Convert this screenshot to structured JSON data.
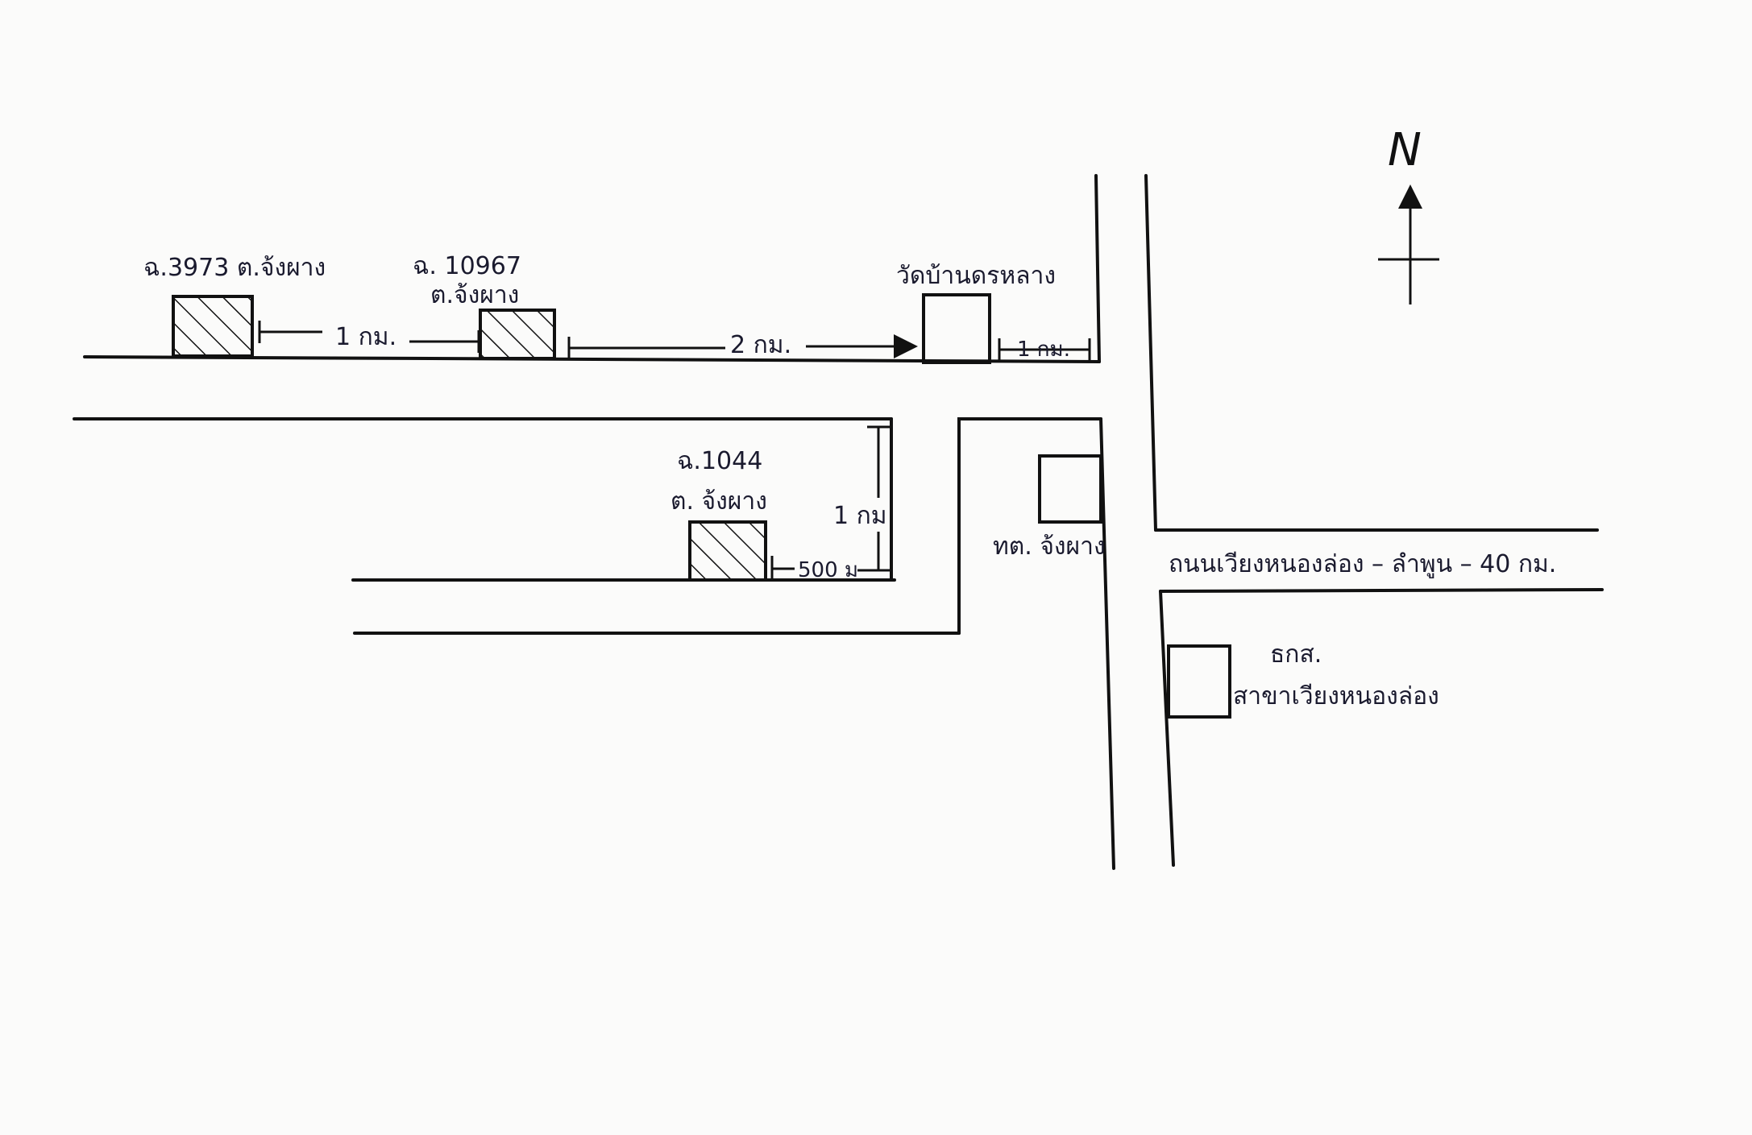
{
  "compass": {
    "label": "N"
  },
  "plots": {
    "p1": {
      "label": "ฉ.3973 ต.จ้งผาง"
    },
    "p2": {
      "label_top": "ฉ. 10967",
      "label_bottom": "ต.จ้งผาง"
    },
    "p3": {
      "label_top": "ฉ.1044",
      "label_bottom": "ต. จ้งผาง"
    }
  },
  "landmarks": {
    "temple": {
      "label": "วัดบ้านดรหลาง"
    },
    "tambon_office": {
      "label": "ทต. จ้งผาง"
    },
    "bank": {
      "label_top": "ธกส.",
      "label_bottom": "สาขาเวียงหนองล่อง"
    }
  },
  "road": {
    "label": "ถนนเวียงหนองล่อง – ลำพูน – 40 กม."
  },
  "distances": {
    "d1": "1 กม.",
    "d2": "2 กม.",
    "d3": "1 กม.",
    "d4": "1 กม",
    "d5": "500 ม"
  },
  "colors": {
    "ink": "#111111",
    "paper": "#fbfbfa"
  }
}
